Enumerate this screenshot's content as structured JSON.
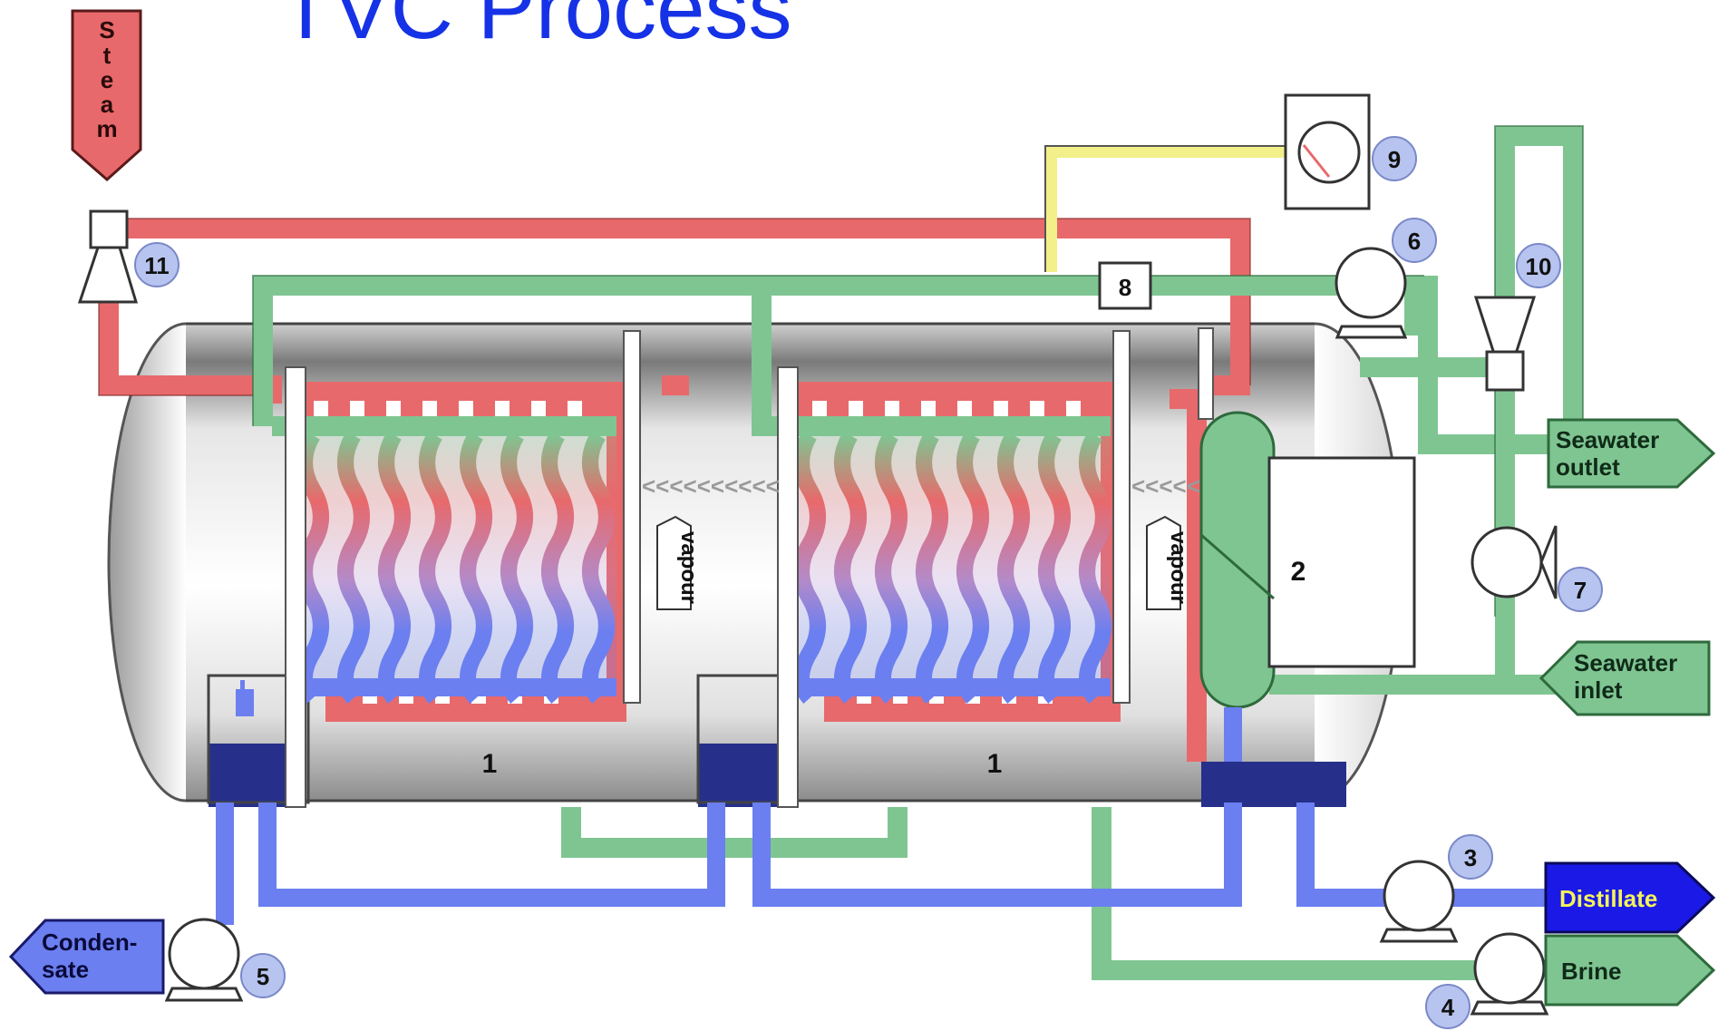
{
  "title": "TVC Process",
  "colors": {
    "steam": "#e8696b",
    "seawater": "#7fc592",
    "distillate": "#6b7ff0",
    "yellow_line": "#f3f08a",
    "badge": "#b7c4ef",
    "distillate_box": "#1a19e6",
    "distillate_text": "#f5f35a"
  },
  "labels": {
    "steam": "Steam",
    "seawater_outlet_line1": "Seawater",
    "seawater_outlet_line2": "outlet",
    "seawater_inlet_line1": "Seawater",
    "seawater_inlet_line2": "inlet",
    "condensate_line1": "Conden-",
    "condensate_line2": "sate",
    "distillate": "Distillate",
    "brine": "Brine",
    "vapour": "vapour",
    "chevrons": "<<<<<<<<<<",
    "chevrons_short": "<<<<<",
    "effect_1": "1",
    "effect_2": "1",
    "component_2": "2",
    "component_8": "8"
  },
  "numbers": {
    "n3": "3",
    "n4": "4",
    "n5": "5",
    "n6": "6",
    "n7": "7",
    "n9": "9",
    "n10": "10",
    "n11": "11"
  },
  "icons": [
    "pump-icon",
    "compressor-icon",
    "ejector-icon",
    "arrow-label-icon"
  ]
}
